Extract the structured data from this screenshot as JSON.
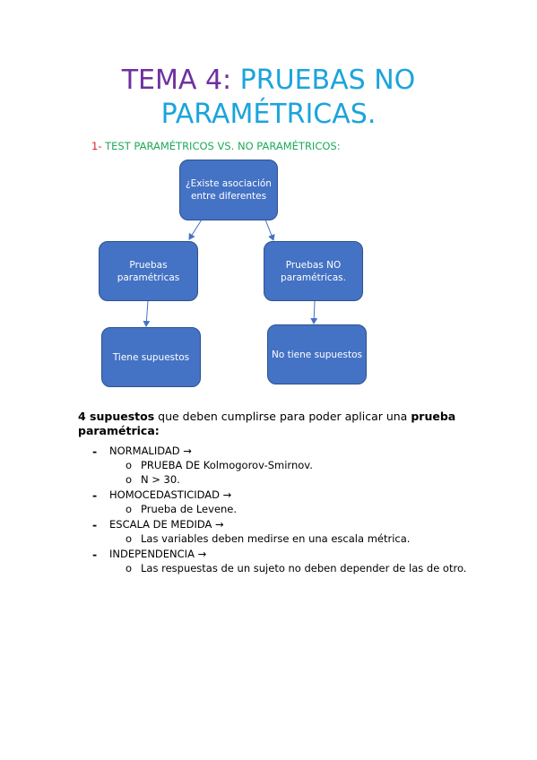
{
  "title": {
    "part1": "TEMA 4:",
    "part2": " PRUEBAS NO",
    "line2": "PARAMÉTRICAS."
  },
  "section": {
    "number": "1-",
    "text": " TEST PARAMÉTRICOS VS. NO PARAMÉTRICOS:"
  },
  "diagram": {
    "root": "¿Existe asociación entre diferentes",
    "left_mid": "Pruebas paramétricas",
    "right_mid": "Pruebas NO paramétricas.",
    "left_bottom": "Tiene supuestos",
    "right_bottom": "No tiene supuestos"
  },
  "intro": {
    "bold1": "4 supuestos",
    "text": " que deben cumplirse para poder aplicar una ",
    "bold2": "prueba paramétrica:"
  },
  "assumptions": [
    {
      "dash": "-",
      "label": "NORMALIDAD →",
      "subs": [
        "PRUEBA DE Kolmogorov-Smirnov.",
        "N > 30."
      ]
    },
    {
      "dash": "-",
      "label": "HOMOCEDASTICIDAD →",
      "subs": [
        "Prueba de Levene."
      ]
    },
    {
      "dash": "-",
      "label": "ESCALA DE MEDIDA →",
      "subs": [
        "Las variables deben medirse en una escala métrica."
      ]
    },
    {
      "dash": "-",
      "label": "INDEPENDENCIA →",
      "subs": [
        "Las respuestas de un sujeto no deben depender de las de otro."
      ]
    }
  ],
  "sub_bullet": "o",
  "colors": {
    "title_purple": "#7030a0",
    "title_cyan": "#1ba4dc",
    "heading_red": "#e02020",
    "heading_green": "#1daa5a",
    "box_fill": "#4472c4",
    "arrow": "#4472c4"
  }
}
